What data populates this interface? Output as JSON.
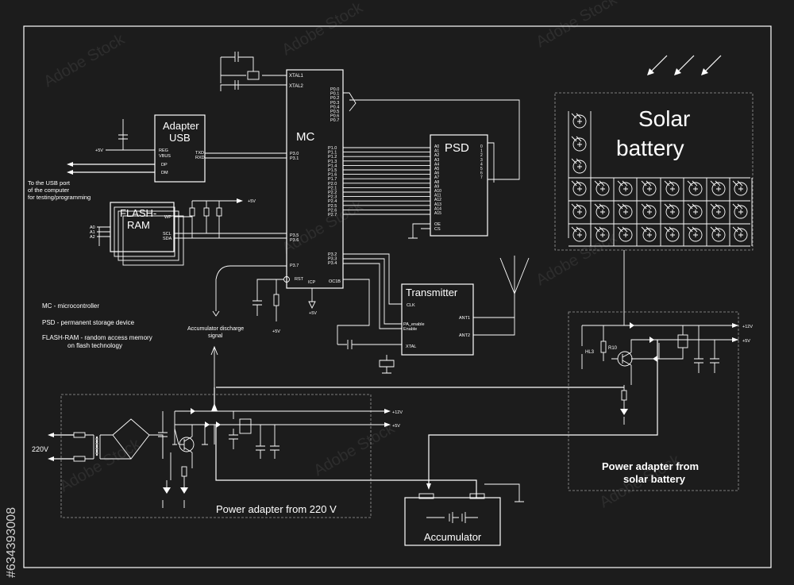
{
  "mc": {
    "title": "MC",
    "xtal1": "XTAL1",
    "xtal2": "XTAL2",
    "left_pins": [
      "P3.0",
      "P3.1",
      "P3.5",
      "P3.6",
      "P3.7"
    ],
    "right_pins_p0": [
      "P0.0",
      "P0.1",
      "P0.2",
      "P0.3",
      "P0.4",
      "P0.5",
      "P0.6",
      "P0.7"
    ],
    "right_pins_p12": [
      "P1.0",
      "P1.1",
      "P1.2",
      "P1.3",
      "P1.4",
      "P1.5",
      "P1.6",
      "P1.7",
      "P2.0",
      "P2.1",
      "P2.2",
      "P2.3",
      "P2.4",
      "P2.5",
      "P2.6",
      "P2.7"
    ],
    "right_pins_p3": [
      "P3.2",
      "P3.3",
      "P3.4"
    ],
    "rst": "RST",
    "icp": "ICP",
    "oc1b": "OC1B"
  },
  "usb": {
    "title_line1": "Adapter",
    "title_line2": "USB",
    "pins": [
      "REG",
      "VBUS",
      "DP",
      "DM",
      "TXD",
      "RXD"
    ],
    "supply": "+5V",
    "note_line1": "To the USB port",
    "note_line2": "of the computer",
    "note_line3": "for testing/programming"
  },
  "flash": {
    "title_line1": "FLASH-",
    "title_line2": "RAM",
    "pins": [
      "WP",
      "SCL",
      "SDA"
    ],
    "addr": [
      "A0",
      "A1",
      "A2"
    ],
    "supply": "+5V"
  },
  "psd": {
    "title": "PSD",
    "addr": [
      "A0",
      "A1",
      "A2",
      "A3",
      "A4",
      "A5",
      "A6",
      "A7",
      "A8",
      "A9",
      "A10",
      "A11",
      "A12",
      "A13",
      "A14",
      "A15"
    ],
    "data": [
      "0",
      "1",
      "2",
      "3",
      "4",
      "5",
      "6",
      "7"
    ],
    "oe": "OE",
    "cs": "CS"
  },
  "transmitter": {
    "title": "Transmitter",
    "pins": [
      "CLK",
      "PA_enable",
      "Enable",
      "XTAL",
      "ANT1",
      "ANT2"
    ]
  },
  "legend": {
    "mc": "MC - microcontroller",
    "psd": "PSD - permanent storage device",
    "flash_line1": "FLASH-RAM - random access memory",
    "flash_line2": "on flash technology"
  },
  "signal": {
    "line1": "Accumulator discharge",
    "line2": "signal"
  },
  "supplies": {
    "p5": "+5V",
    "p12": "+12V",
    "p5_lower": "+5V",
    "p12_lower": "+12V"
  },
  "solar_battery": {
    "line1": "Solar",
    "line2": "battery"
  },
  "power_220": {
    "title": "Power adapter from 220 V",
    "mains": "220V"
  },
  "power_solar": {
    "line1": "Power adapter from",
    "line2": "solar battery",
    "hl3": "HL3",
    "r10": "R10"
  },
  "accumulator": {
    "title": "Accumulator"
  },
  "watermark": {
    "text": "Adobe Stock",
    "id": "#634393008"
  }
}
